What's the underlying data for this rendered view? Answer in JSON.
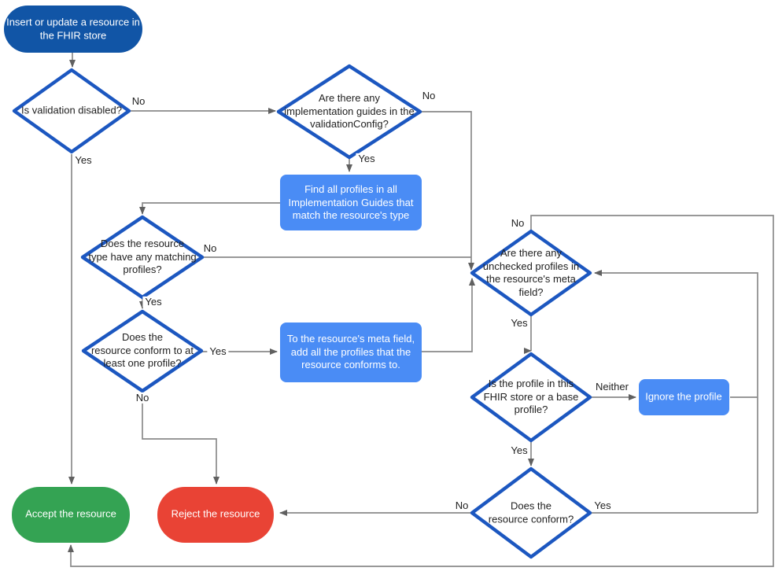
{
  "colors": {
    "start_blue": "#1155a6",
    "process_blue": "#4a8cf5",
    "diamond_border": "#1c57c0",
    "accept_green": "#34a353",
    "reject_red": "#e94335",
    "connector_gray": "#8a8a8a",
    "arrow_gray": "#606060",
    "text_dark": "#212121"
  },
  "nodes": {
    "start": "Insert or update a resource in\nthe FHIR store",
    "is_validation_disabled": "Is validation disabled?",
    "implementation_guides": "Are there any\nimplementation guides in the\nvalidationConfig?",
    "find_profiles": "Find all profiles in all\nImplementation Guides that\nmatch the resource's type",
    "matching_profiles": "Does the resource\ntype have any matching\nprofiles?",
    "conforms_to_one": "Does the\nresource conform to at\nleast one profile?",
    "add_profiles_to_meta": "To the resource's meta field,\nadd all the profiles that the\nresource conforms to.",
    "unchecked_profiles": "Are there any\nunchecked profiles in\nthe resource's meta\nfield?",
    "profile_in_store": "Is the profile in this\nFHIR store or a base\nprofile?",
    "ignore_profile": "Ignore the profile",
    "does_resource_conform": "Does the\nresource conform?",
    "accept": "Accept the resource",
    "reject": "Reject the resource"
  },
  "edge_labels": {
    "validation_no": "No",
    "validation_yes": "Yes",
    "guides_no": "No",
    "guides_yes": "Yes",
    "matching_no": "No",
    "matching_yes": "Yes",
    "conform_one_yes": "Yes",
    "conform_one_no": "No",
    "unchecked_no": "No",
    "unchecked_yes": "Yes",
    "profile_neither": "Neither",
    "profile_yes": "Yes",
    "conform_no": "No",
    "conform_yes": "Yes"
  }
}
